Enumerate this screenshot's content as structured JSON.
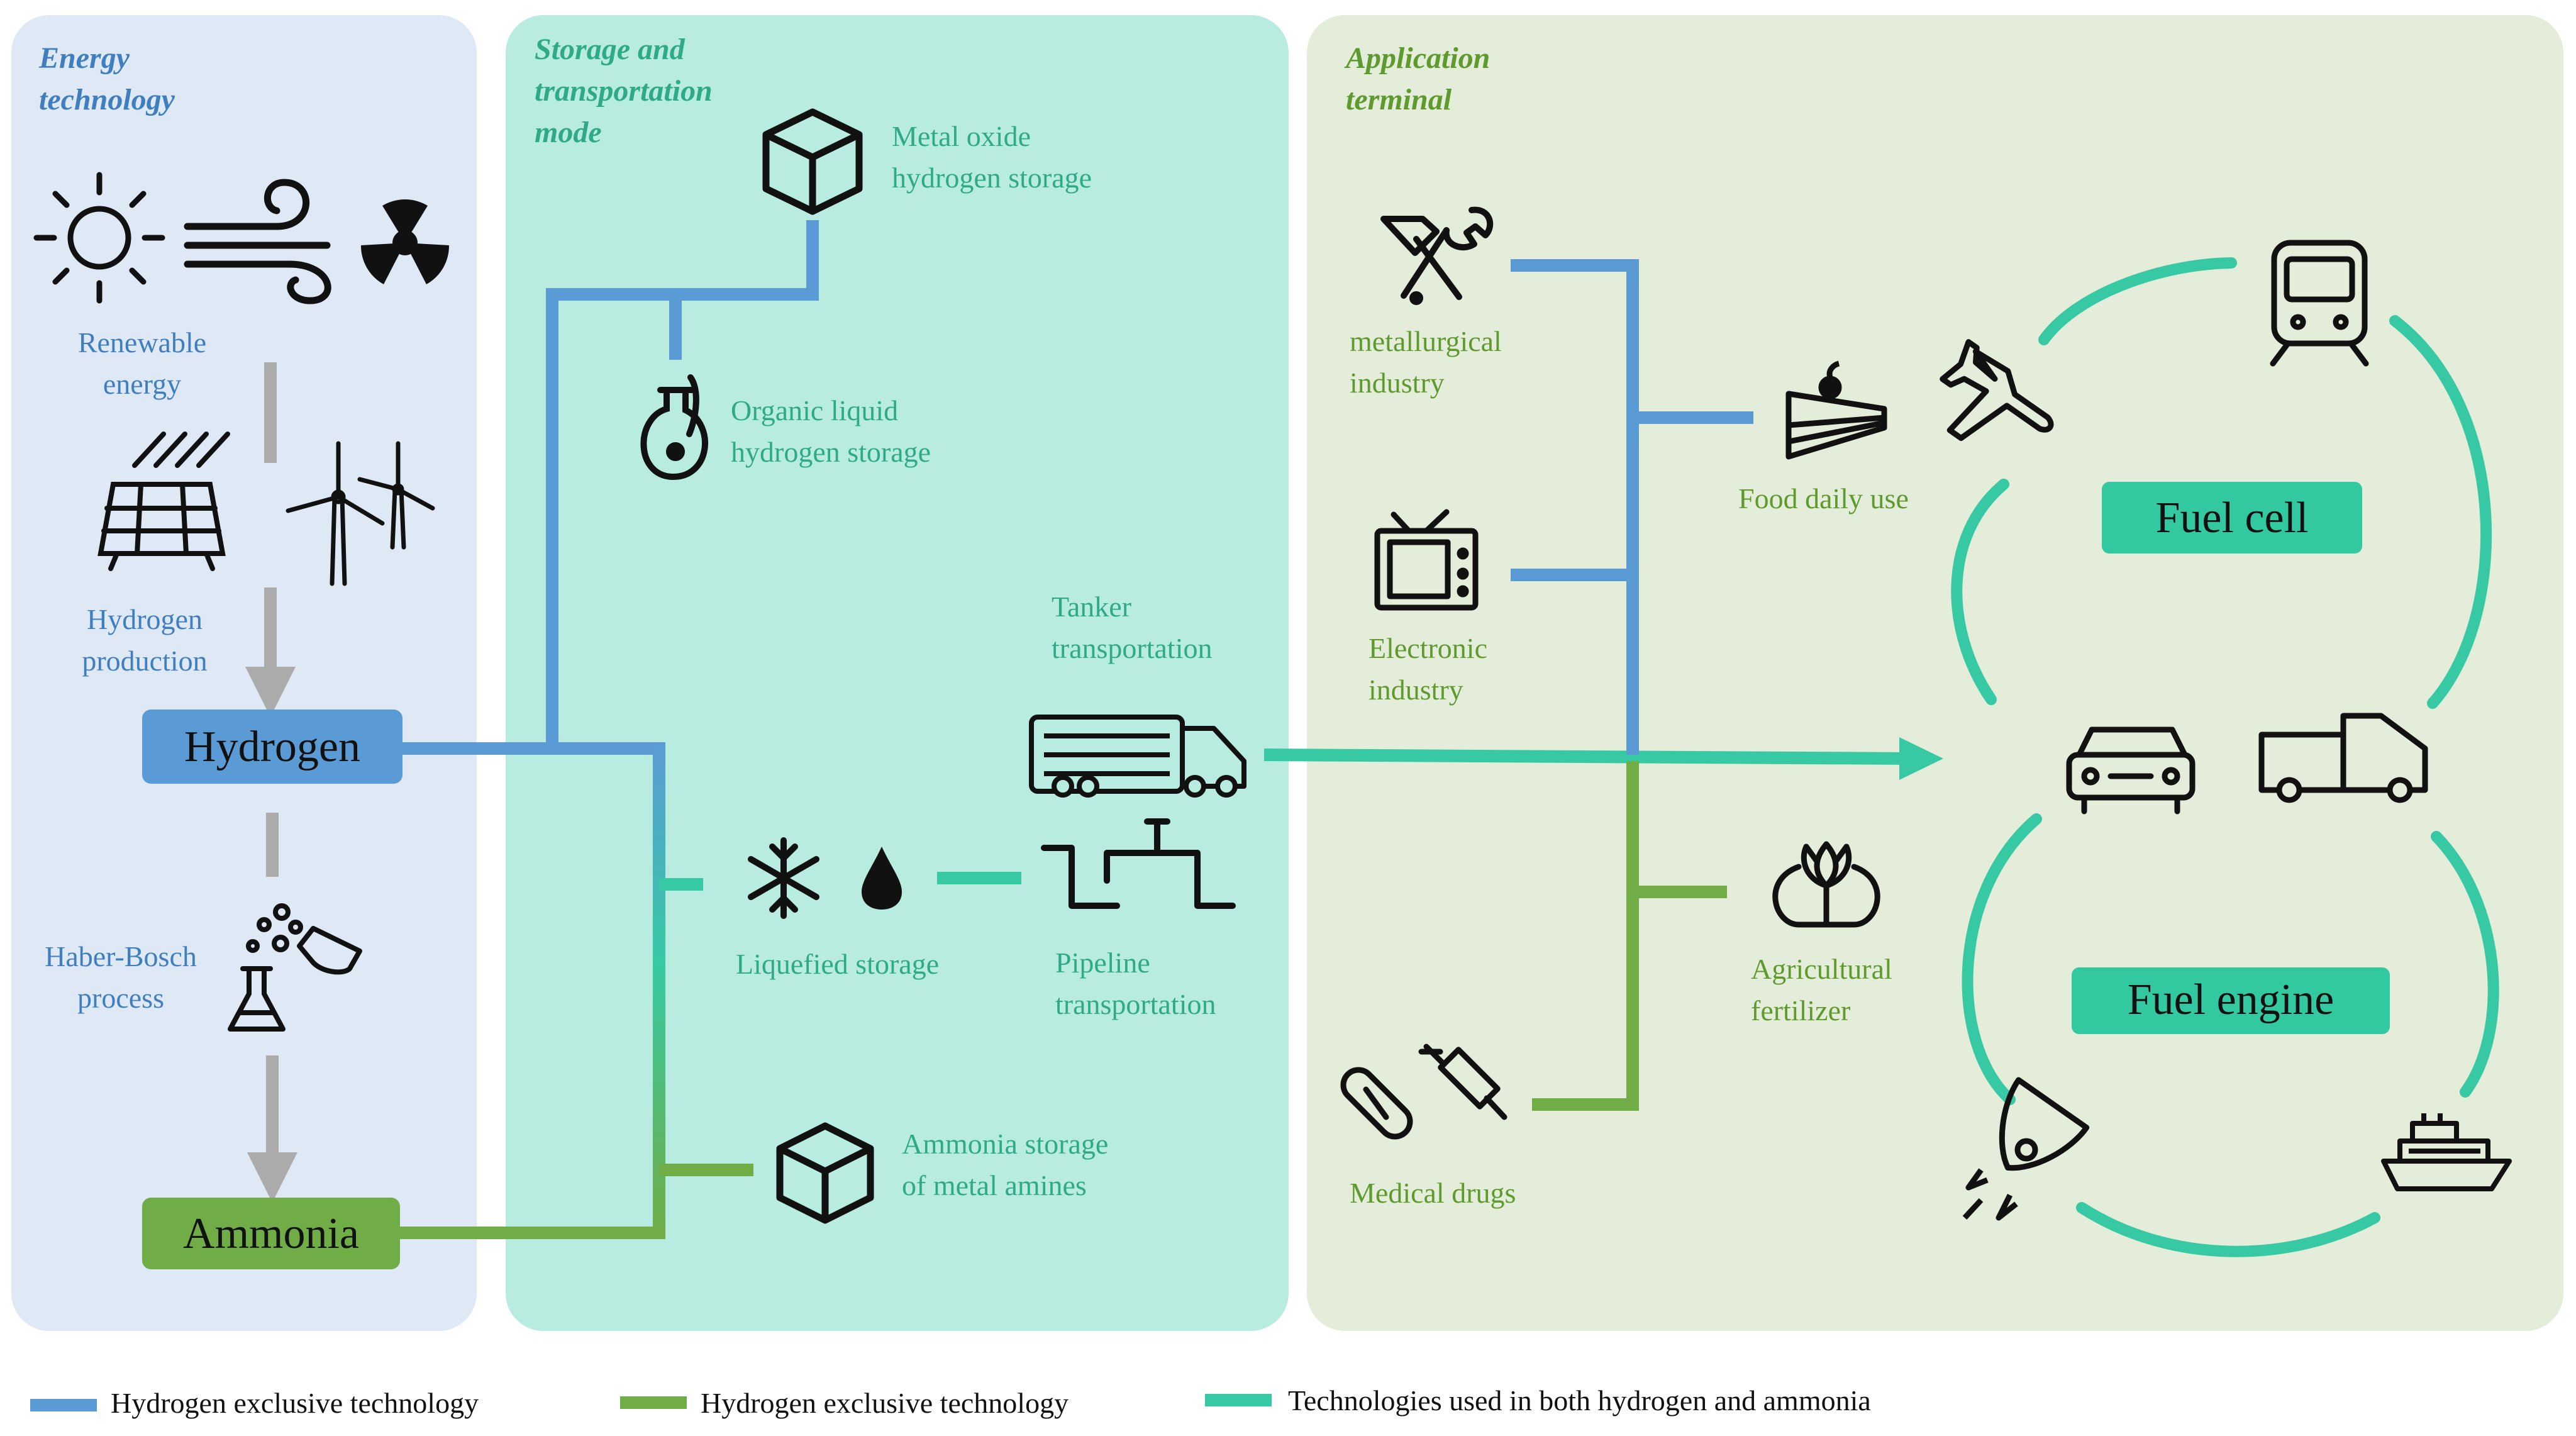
{
  "colors": {
    "blue": "#5b9bd5",
    "green": "#70ad47",
    "teal": "#36c9a3",
    "gray": "#ababab",
    "panel_blue": "#dfe9f5",
    "panel_teal": "#b9ece0",
    "panel_green": "#e3edd9",
    "blue_text": "#3f7fbf",
    "teal_text": "#2faa89",
    "green_text": "#5f9a2e",
    "icon": "#111111",
    "box_teal": "#33c9a0"
  },
  "panels": {
    "energy": {
      "title_line1": "Energy",
      "title_line2": "technology"
    },
    "storage": {
      "title_line1": "Storage and",
      "title_line2": "transportation",
      "title_line3": "mode"
    },
    "application": {
      "title_line1": "Application",
      "title_line2": "terminal"
    }
  },
  "energy": {
    "renewable_line1": "Renewable",
    "renewable_line2": "energy",
    "production_line1": "Hydrogen",
    "production_line2": "production",
    "hydrogen_box": "Hydrogen",
    "haber_line1": "Haber-Bosch",
    "haber_line2": "process",
    "ammonia_box": "Ammonia",
    "icons": [
      "sun-icon",
      "wind-icon",
      "radiation-icon",
      "solar-panel-icon",
      "wind-turbine-icon",
      "chemistry-flask-icon"
    ]
  },
  "storage": {
    "metal_oxide_line1": "Metal oxide",
    "metal_oxide_line2": "hydrogen  storage",
    "organic_line1": "Organic  liquid",
    "organic_line2": "hydrogen  storage",
    "tanker_line1": "Tanker",
    "tanker_line2": "transportation",
    "liquefied": "Liquefied  storage",
    "pipeline_line1": "Pipeline",
    "pipeline_line2": "transportation",
    "amines_line1": "Ammonia  storage",
    "amines_line2": "of metal  amines",
    "icons": [
      "cube-icon",
      "flask-icon",
      "tanker-truck-icon",
      "snowflake-icon",
      "droplet-icon",
      "pipeline-icon"
    ]
  },
  "application": {
    "metallurgical_line1": "metallurgical",
    "metallurgical_line2": "industry",
    "electronic_line1": "Electronic",
    "electronic_line2": "industry",
    "medical": "Medical  drugs",
    "food": "Food daily  use",
    "agri_line1": "Agricultural",
    "agri_line2": "fertilizer",
    "fuel_cell": "Fuel cell",
    "fuel_engine": "Fuel engine",
    "icons": [
      "tools-icon",
      "tv-icon",
      "medicine-icon",
      "cake-icon",
      "plant-icon",
      "airplane-icon",
      "train-icon",
      "car-icon",
      "truck-icon",
      "rocket-icon",
      "ship-icon"
    ]
  },
  "legend": {
    "item1": "Hydrogen  exclusive  technology",
    "item2": "Hydrogen  exclusive  technology",
    "item3": "Technologies  used in  both  hydrogen  and  ammonia"
  }
}
